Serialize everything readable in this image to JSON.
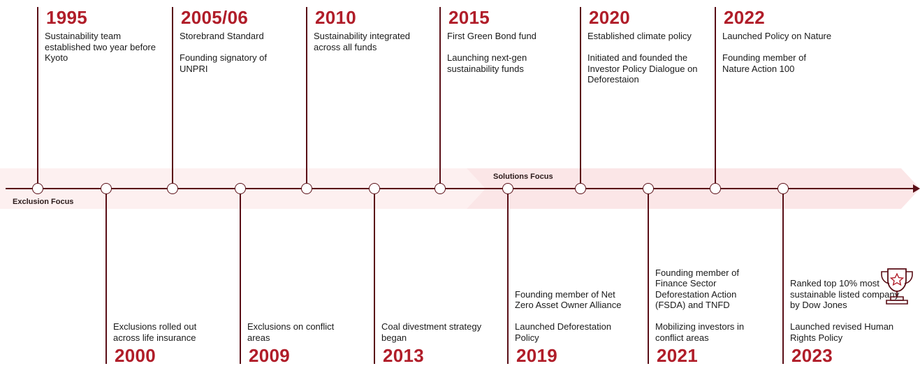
{
  "colors": {
    "accent_red": "#b01d29",
    "line_dark": "#5a0f17",
    "band_pink": "#fbe9ea",
    "text": "#1a1a1a"
  },
  "phases": {
    "exclusion": "Exclusion Focus",
    "solutions": "Solutions Focus"
  },
  "top_events": [
    {
      "year": "1995",
      "texts": [
        "Sustainability team established two year before Kyoto"
      ]
    },
    {
      "year": "2005/06",
      "texts": [
        "Storebrand Standard",
        "Founding signatory of UNPRI"
      ]
    },
    {
      "year": "2010",
      "texts": [
        "Sustainability integrated across all funds"
      ]
    },
    {
      "year": "2015",
      "texts": [
        "First Green Bond fund",
        "Launching next-gen sustainability funds"
      ]
    },
    {
      "year": "2020",
      "texts": [
        "Established climate policy",
        "Initiated and founded the Investor Policy Dialogue on Deforestaion"
      ]
    },
    {
      "year": "2022",
      "texts": [
        "Launched Policy on Nature",
        "Founding member of Nature Action 100"
      ]
    }
  ],
  "bottom_events": [
    {
      "year": "2000",
      "texts": [
        "Exclusions rolled out across life insurance"
      ]
    },
    {
      "year": "2009",
      "texts": [
        "Exclusions on conflict areas"
      ]
    },
    {
      "year": "2013",
      "texts": [
        "Coal divestment strategy began"
      ]
    },
    {
      "year": "2019",
      "texts": [
        "Founding member of Net Zero Asset Owner Alliance",
        "Launched Deforestation Policy"
      ]
    },
    {
      "year": "2021",
      "texts": [
        "Founding member of Finance Sector Deforestation Action (FSDA) and TNFD",
        "Mobilizing investors in conflict areas"
      ]
    },
    {
      "year": "2023",
      "texts": [
        "Ranked top 10% most sustainable listed company by Dow Jones",
        "Launched revised Human Rights Policy"
      ]
    }
  ],
  "icons": {
    "award": "trophy-icon"
  }
}
